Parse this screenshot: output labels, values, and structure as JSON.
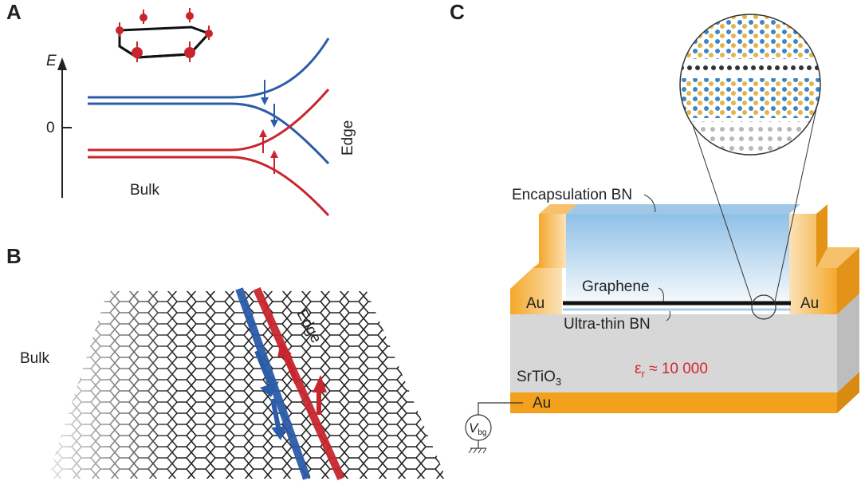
{
  "panels": {
    "a": {
      "letter": "A",
      "axis_label": "E",
      "zero_label": "0",
      "bulk_label": "Bulk",
      "edge_label": "Edge"
    },
    "b": {
      "letter": "B",
      "bulk_label": "Bulk",
      "edge_label": "Edge"
    },
    "c": {
      "letter": "C",
      "encapsulation_label": "Encapsulation BN",
      "graphene_label": "Graphene",
      "ultrathin_label": "Ultra-thin BN",
      "au_left": "Au",
      "au_right": "Au",
      "au_bottom": "Au",
      "substrate_main": "SrTiO",
      "substrate_sub": "3",
      "epsilon_symbol": "ε",
      "epsilon_sub": "r",
      "epsilon_value": " ≈ 10 000",
      "gate_main": "V",
      "gate_sub": "bg"
    }
  },
  "colors": {
    "spin_up": "#c8262e",
    "spin_down": "#2b5ca8",
    "gold": "#f0a21e",
    "substrate": "#d6d6d6",
    "bn": "#a8cdea"
  }
}
